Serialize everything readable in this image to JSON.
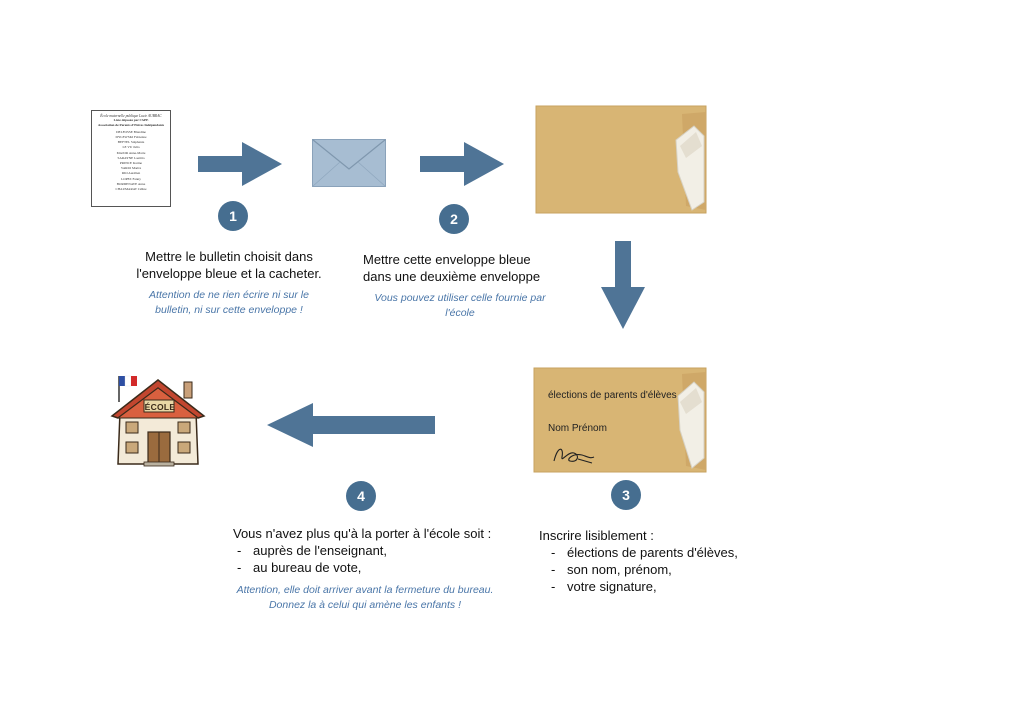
{
  "colors": {
    "arrow": "#4f7496",
    "badge": "#466e90",
    "note": "#4a76a8",
    "kraft": "#d8b574",
    "blue_envelope": "#a7bdd2"
  },
  "icons": [
    "ballot-paper-icon",
    "blue-envelope-icon",
    "kraft-envelope-icon",
    "school-house-icon",
    "signature-icon",
    "flag-icon"
  ],
  "ballot": {
    "header": "École maternelle publique Lucie AUBRAC",
    "list_title": "Liste déposée par l'APE",
    "list_subtitle": "Association de Parents d'Elèves Indépendants",
    "names": [
      "DELFOSSE Blandine",
      "DYLEWSKI Fabienne",
      "BEFTEL Stéphanie",
      "LE VU Julia",
      "MAJOR Anne-Marie",
      "SARAYNE Laetitia",
      "PRINCE Karine",
      "VARIO Maëva",
      "RIO Aurélien",
      "LOPEZ Fanny",
      "BORDENAVE Anne",
      "CHAUMARAT Céline"
    ]
  },
  "school_sign": "ÉCOLE",
  "steps": [
    {
      "number": "1",
      "lines": [
        "Mettre le bulletin choisit dans",
        "l'enveloppe bleue et la cacheter."
      ],
      "note_lines": [
        "Attention de ne rien écrire ni sur le",
        "bulletin, ni sur cette enveloppe !"
      ]
    },
    {
      "number": "2",
      "lines": [
        "Mettre cette enveloppe bleue",
        "dans une deuxième enveloppe"
      ],
      "note_lines": [
        "Vous pouvez utiliser celle fournie par",
        "l'école"
      ]
    },
    {
      "number": "3",
      "intro": "Inscrire lisiblement :",
      "items": [
        "élections de parents d'élèves,",
        "son nom, prénom,",
        "votre signature,"
      ],
      "envelope_title": "élections de parents d'élèves",
      "envelope_name": "Nom Prénom"
    },
    {
      "number": "4",
      "intro": "Vous n'avez plus qu'à la porter à l'école soit :",
      "items": [
        "auprès de l'enseignant,",
        "au bureau de vote,"
      ],
      "note_lines": [
        "Attention, elle doit arriver avant la fermeture du bureau.",
        "Donnez la à celui qui amène les enfants !"
      ]
    }
  ]
}
